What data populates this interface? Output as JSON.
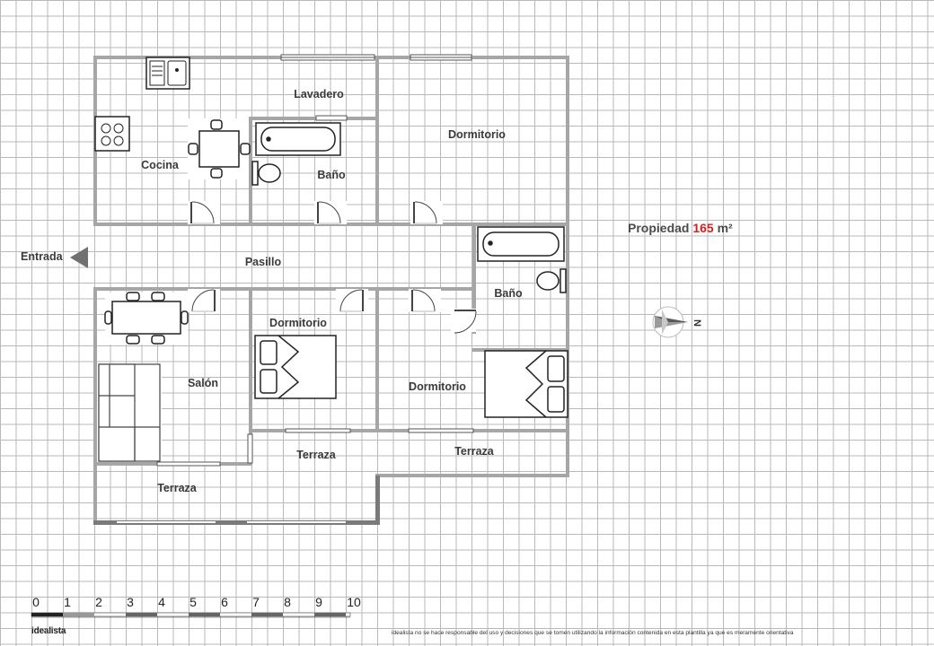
{
  "rooms": {
    "lavadero": "Lavadero",
    "dormitorio_1": "Dormitorio",
    "cocina": "Cocina",
    "bano_1": "Baño",
    "pasillo": "Pasillo",
    "bano_2": "Baño",
    "dormitorio_2": "Dormitorio",
    "salon": "Salón",
    "dormitorio_3": "Dormitorio",
    "terraza_1": "Terraza",
    "terraza_2": "Terraza",
    "terraza_3": "Terraza"
  },
  "entrance_label": "Entrada",
  "property": {
    "prefix": "Propiedad",
    "area": "165",
    "unit": "m²"
  },
  "compass_label": "N",
  "scale": [
    "0",
    "1",
    "2",
    "3",
    "4",
    "5",
    "6",
    "7",
    "8",
    "9",
    "10"
  ],
  "brand": "idealista",
  "disclaimer": "idealista no se hace responsable del uso y decisiones que se tomen utilizando la información contenida en esta plantilla ya que es meramente orientativa",
  "colors": {
    "wall": "#a6a6a6",
    "outer_wall": "#7a7a7a",
    "area_highlight": "#d81f1f"
  }
}
